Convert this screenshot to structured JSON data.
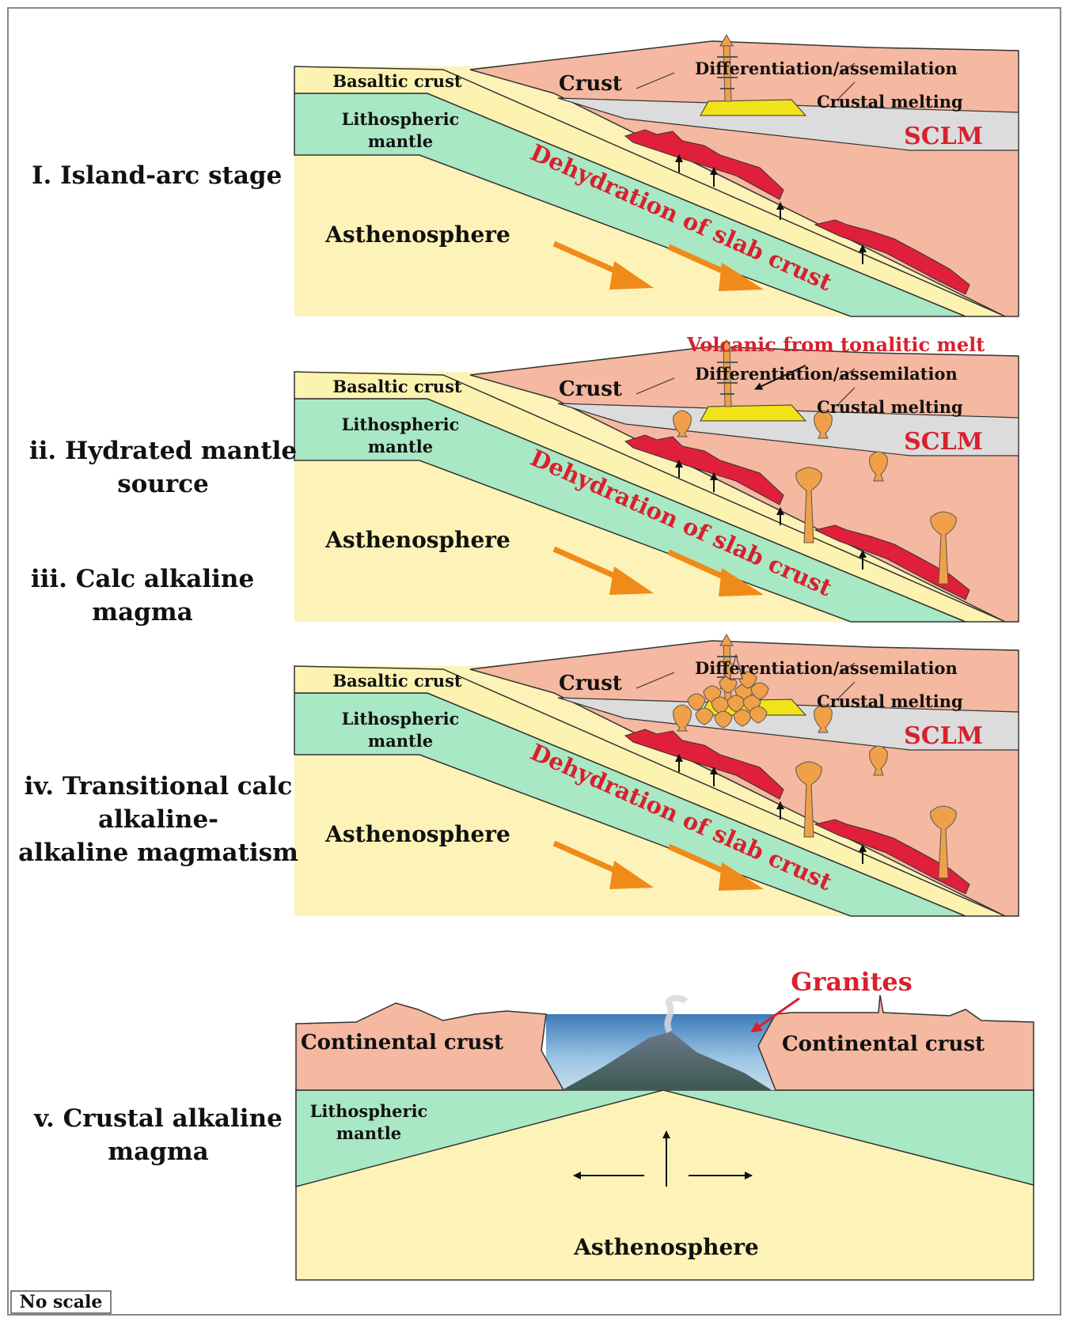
{
  "stages": [
    {
      "labels": [
        "I. Island-arc stage"
      ],
      "diagram": {
        "basaltic_crust": "Basaltic crust",
        "lithospheric_mantle": "Lithospheric\nmantle",
        "asthenosphere": "Asthenosphere",
        "crust": "Crust",
        "differentiation": "Differentiation/assemilation",
        "crustal_melting": "Crustal melting",
        "sclm": "SCLM",
        "dehydration": "Dehydration of slab crust"
      }
    },
    {
      "labels": [
        "ii. Hydrated mantle\nsource",
        "iii. Calc alkaline\nmagma"
      ],
      "diagram": {
        "volcanic_note": "Volcanic from tonalitic melt",
        "basaltic_crust": "Basaltic crust",
        "lithospheric_mantle": "Lithospheric\nmantle",
        "asthenosphere": "Asthenosphere",
        "crust": "Crust",
        "differentiation": "Differentiation/assemilation",
        "crustal_melting": "Crustal melting",
        "sclm": "SCLM",
        "dehydration": "Dehydration of slab crust"
      }
    },
    {
      "labels": [
        "iv. Transitional calc\nalkaline-\nalkaline magmatism"
      ],
      "diagram": {
        "basaltic_crust": "Basaltic crust",
        "lithospheric_mantle": "Lithospheric\nmantle",
        "asthenosphere": "Asthenosphere",
        "crust": "Crust",
        "differentiation": "Differentiation/assemilation",
        "crustal_melting": "Crustal melting",
        "sclm": "SCLM",
        "dehydration": "Dehydration of slab crust"
      }
    },
    {
      "labels": [
        "v. Crustal alkaline\nmagma"
      ],
      "diagram": {
        "granites": "Granites",
        "continental_crust_left": "Continental crust",
        "continental_crust_right": "Continental crust",
        "lithospheric_mantle": "Lithospheric\nmantle",
        "asthenosphere": "Asthenosphere"
      }
    }
  ],
  "scale_note": "No scale",
  "colors": {
    "crust": "#f5b8a0",
    "basalt": "#fdf3b0",
    "mantle": "#a8e8c4",
    "asthenosphere": "#fdf3b8",
    "sclm": "#dcdcdc",
    "magma_red": "#e0203a",
    "magma_orange": "#f0a048",
    "chamber": "#f2e21a",
    "arrow_orange": "#f08a18",
    "label_red": "#d8202e"
  }
}
